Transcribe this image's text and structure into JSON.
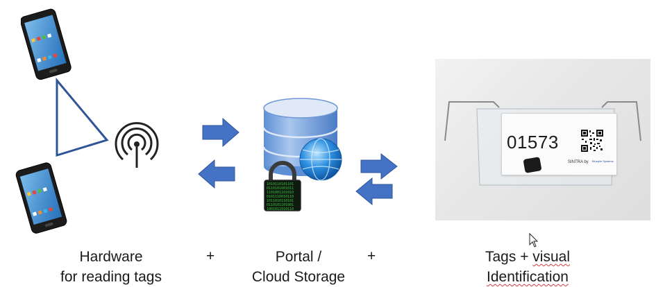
{
  "captions": {
    "hardware": [
      "Hardware",
      "for reading tags"
    ],
    "portal": [
      "Portal /",
      "Cloud Storage"
    ],
    "tags_prefix": "Tags + ",
    "tags_visual": "visual",
    "tags_line2": "Identification"
  },
  "operators": {
    "plus_1": "+",
    "plus_2": "+"
  },
  "tag": {
    "number": "01573",
    "brand": "SINTRA by",
    "maker": "Bluepile Systems"
  },
  "colors": {
    "arrow": "#4472c4",
    "arrow_stroke": "#2f5597",
    "triangle": "#2f5597",
    "db_top": "#dfe9f7",
    "db_body": "#7fa7de",
    "lock": "#3a3a3a",
    "globe": "#1e7fd6"
  }
}
